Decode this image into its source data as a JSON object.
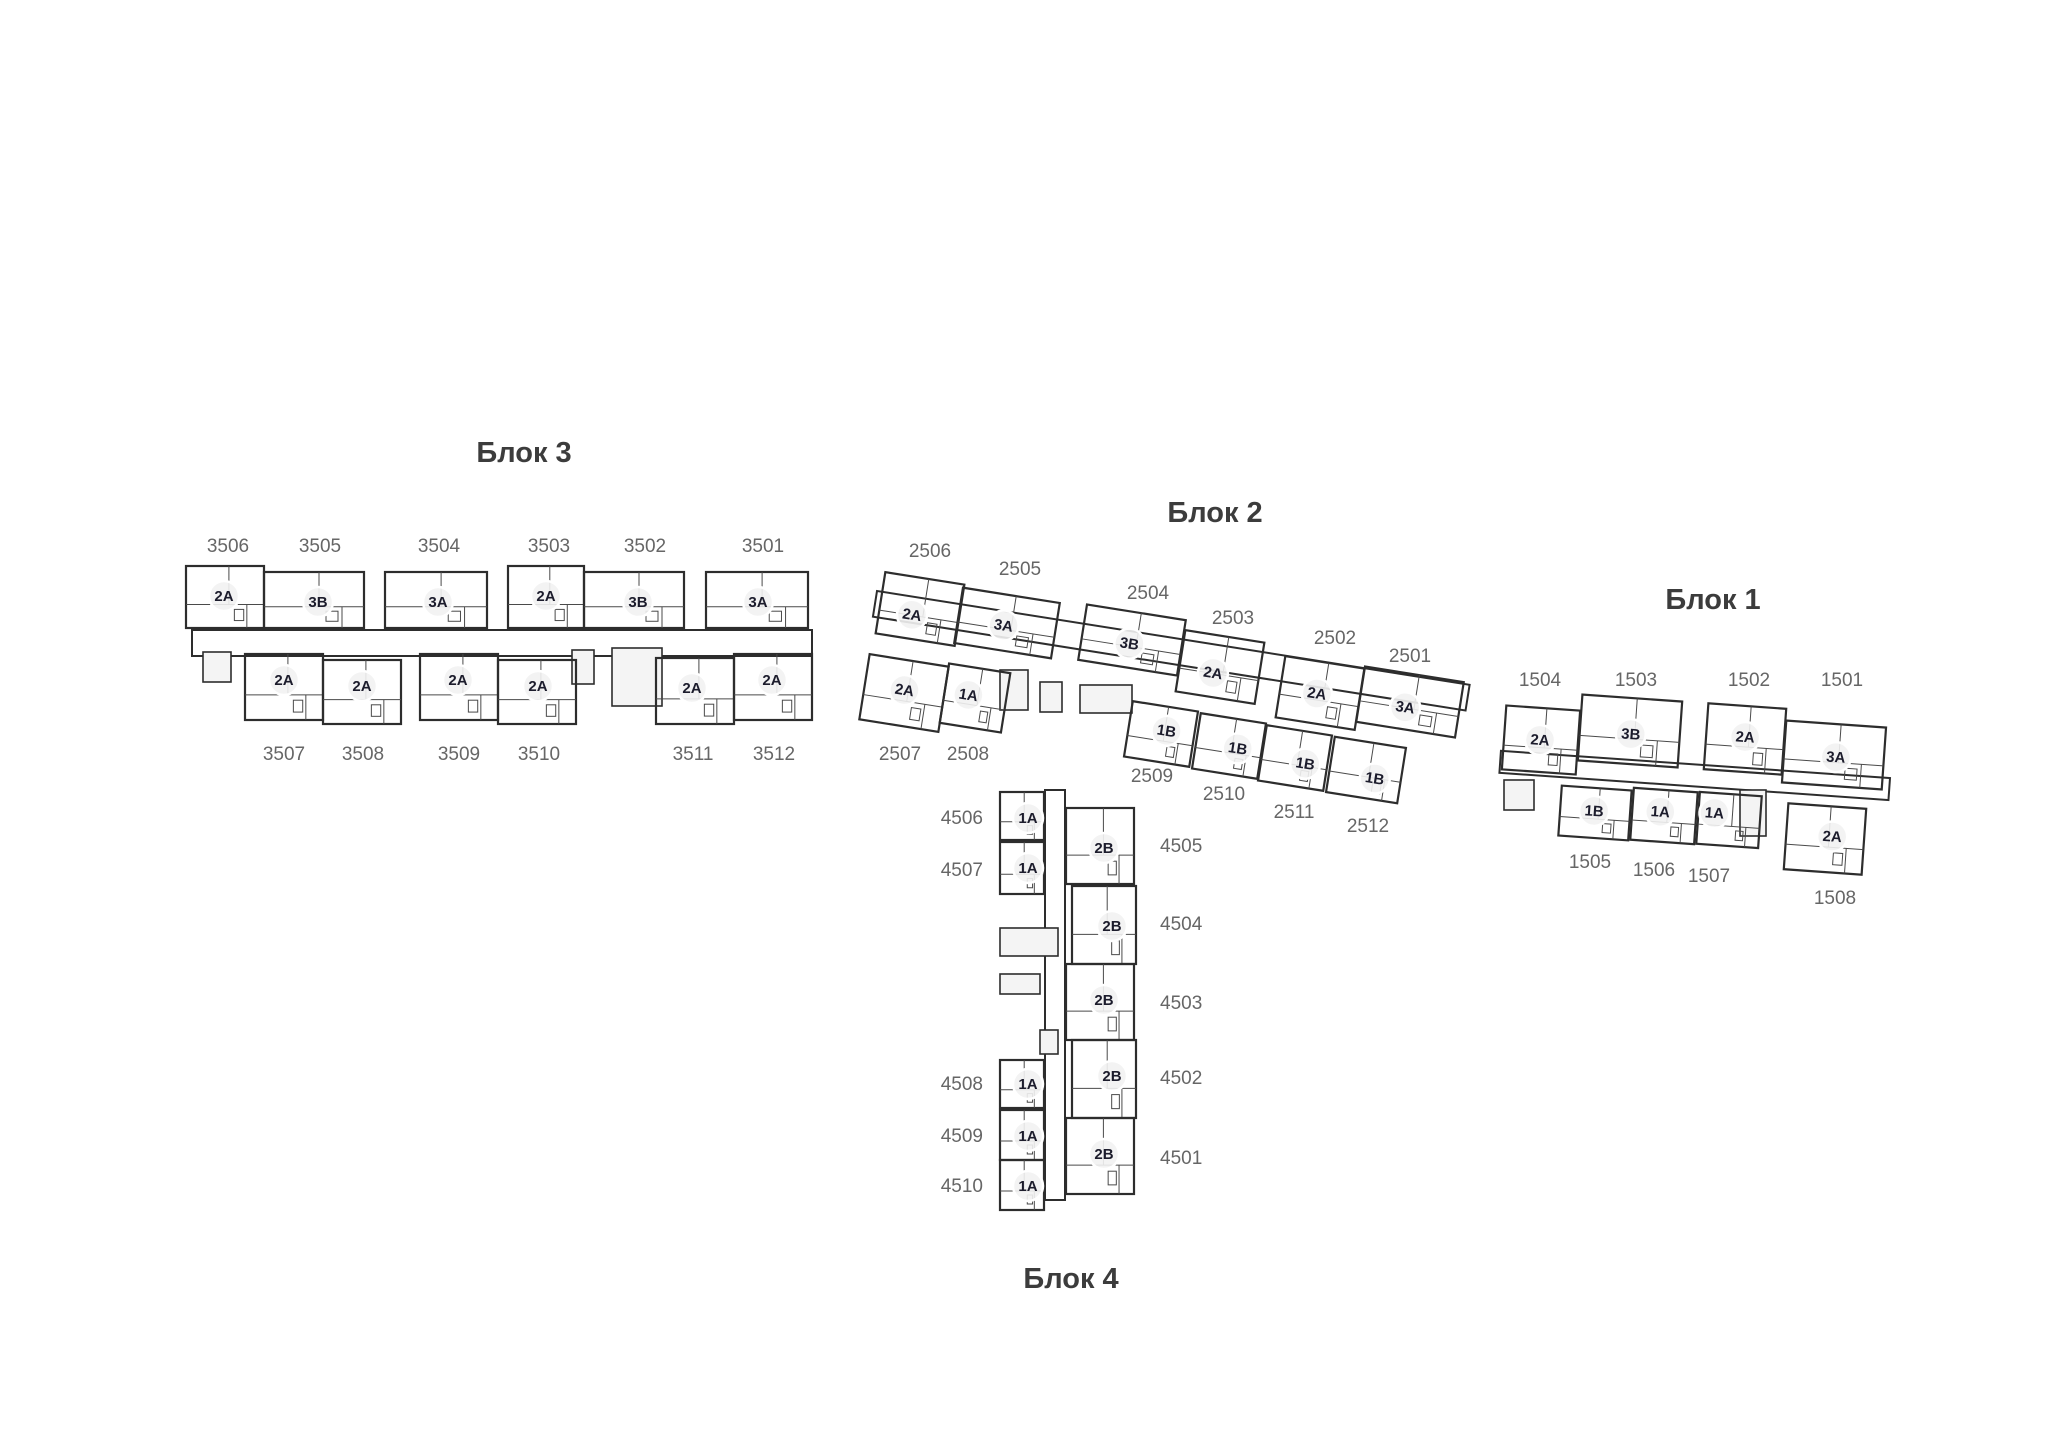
{
  "colors": {
    "1A": "#cfcfcf",
    "1B": "#cfcfcf",
    "2A": "#b7c4e4",
    "2B": "#b7c4e4",
    "3A": "#e1d9cd",
    "3B": "#e1d9cd",
    "walls": "#2d2d2d",
    "titles": "#3c3c3c",
    "unit_numbers": "#666666"
  },
  "blocks": [
    {
      "title": "Блок 3",
      "units": [
        {
          "number": "3506",
          "type": "2A"
        },
        {
          "number": "3505",
          "type": "3B"
        },
        {
          "number": "3504",
          "type": "3A"
        },
        {
          "number": "3503",
          "type": "2A"
        },
        {
          "number": "3502",
          "type": "3B"
        },
        {
          "number": "3501",
          "type": "3A"
        },
        {
          "number": "3507",
          "type": "2A"
        },
        {
          "number": "3508",
          "type": "2A"
        },
        {
          "number": "3509",
          "type": "2A"
        },
        {
          "number": "3510",
          "type": "2A"
        },
        {
          "number": "3511",
          "type": "2A"
        },
        {
          "number": "3512",
          "type": "2A"
        }
      ]
    },
    {
      "title": "Блок 2",
      "units": [
        {
          "number": "2506",
          "type": "2A"
        },
        {
          "number": "2505",
          "type": "3A"
        },
        {
          "number": "2504",
          "type": "3B"
        },
        {
          "number": "2503",
          "type": "2A"
        },
        {
          "number": "2502",
          "type": "2A"
        },
        {
          "number": "2501",
          "type": "3A"
        },
        {
          "number": "2507",
          "type": "2A"
        },
        {
          "number": "2508",
          "type": "1A"
        },
        {
          "number": "2509",
          "type": "1B"
        },
        {
          "number": "2510",
          "type": "1B"
        },
        {
          "number": "2511",
          "type": "1B"
        },
        {
          "number": "2512",
          "type": "1B"
        }
      ]
    },
    {
      "title": "Блок 1",
      "units": [
        {
          "number": "1504",
          "type": "2A"
        },
        {
          "number": "1503",
          "type": "3B"
        },
        {
          "number": "1502",
          "type": "2A"
        },
        {
          "number": "1501",
          "type": "3A"
        },
        {
          "number": "1505",
          "type": "1B"
        },
        {
          "number": "1506",
          "type": "1A"
        },
        {
          "number": "1507",
          "type": "1A"
        },
        {
          "number": "1508",
          "type": "2A"
        }
      ]
    },
    {
      "title": "Блок 4",
      "units": [
        {
          "number": "4506",
          "type": "1A"
        },
        {
          "number": "4507",
          "type": "1A"
        },
        {
          "number": "4508",
          "type": "1A"
        },
        {
          "number": "4509",
          "type": "1A"
        },
        {
          "number": "4510",
          "type": "1A"
        },
        {
          "number": "4505",
          "type": "2B"
        },
        {
          "number": "4504",
          "type": "2B"
        },
        {
          "number": "4503",
          "type": "2B"
        },
        {
          "number": "4502",
          "type": "2B"
        },
        {
          "number": "4501",
          "type": "2B"
        }
      ]
    }
  ]
}
